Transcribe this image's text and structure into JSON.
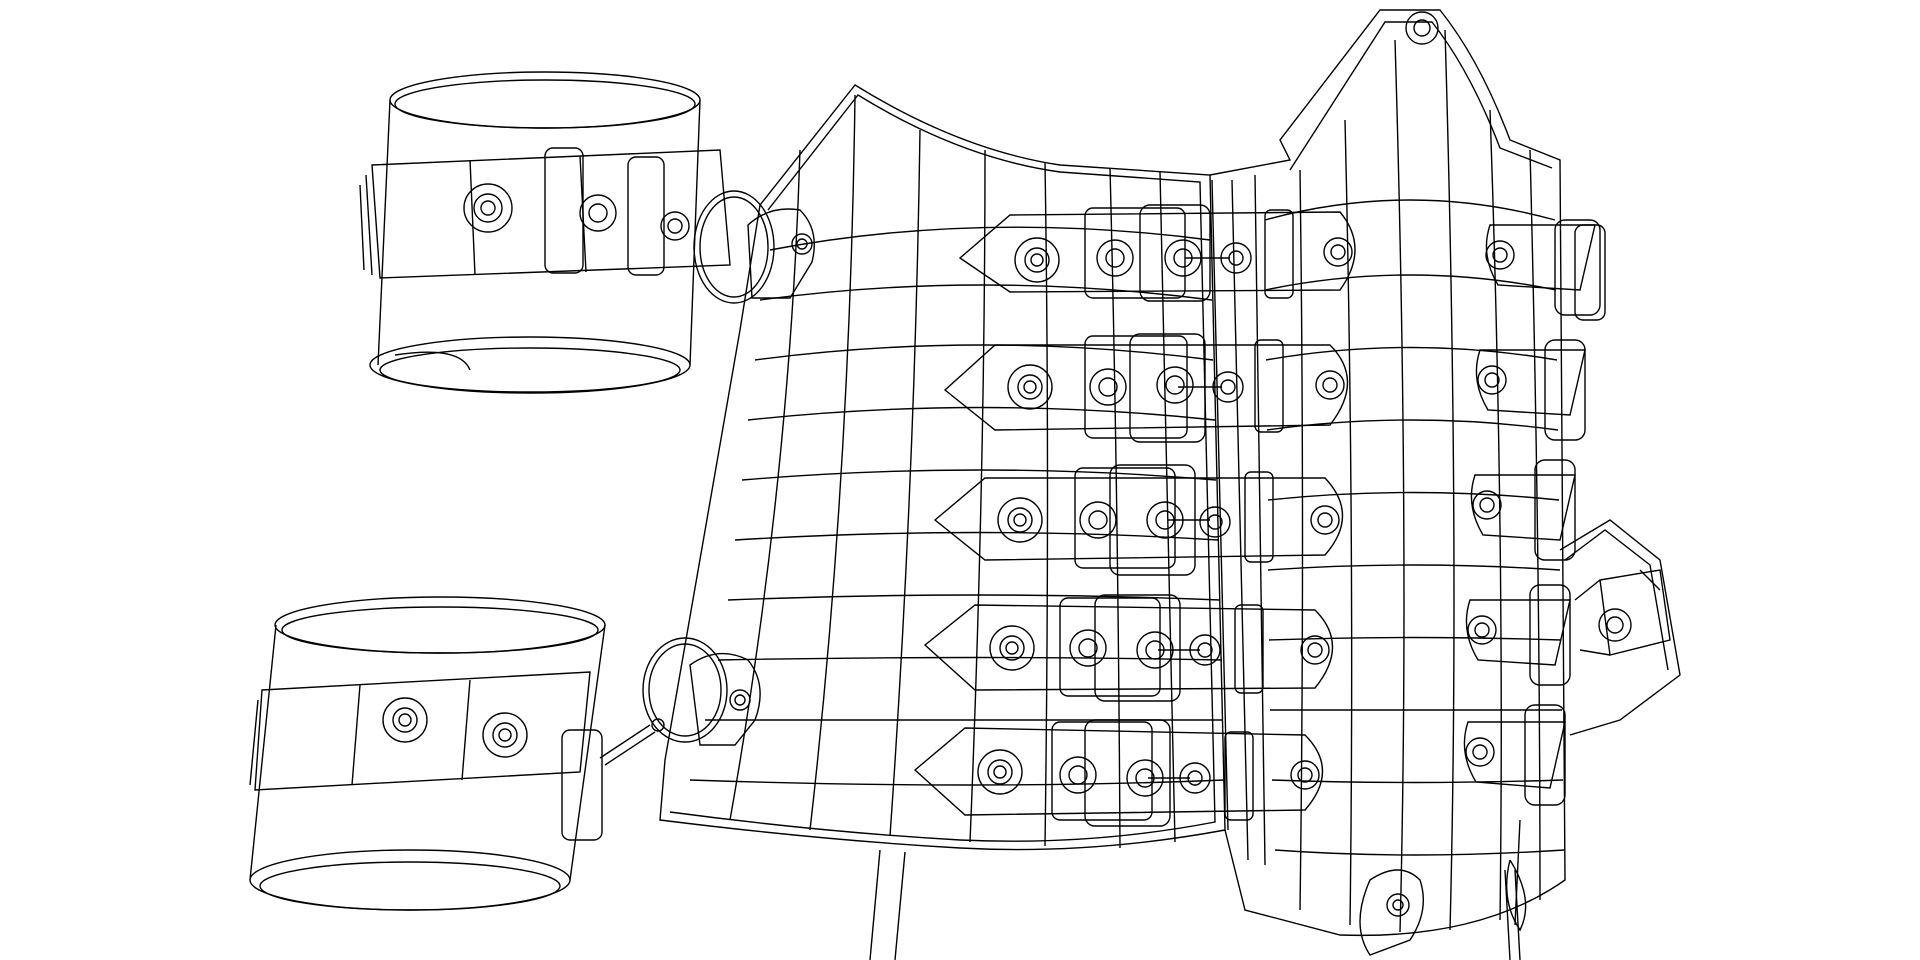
{
  "image": {
    "subject": "wireframe-render",
    "background_color": "#ffffff",
    "line_color": "#000000",
    "parts": {
      "upper_cuff": "cuff",
      "lower_cuff": "cuff",
      "corset": "corset-body",
      "right_cuff": "cuff",
      "buckle_straps_front": 5,
      "buckle_straps_side": 5
    }
  }
}
